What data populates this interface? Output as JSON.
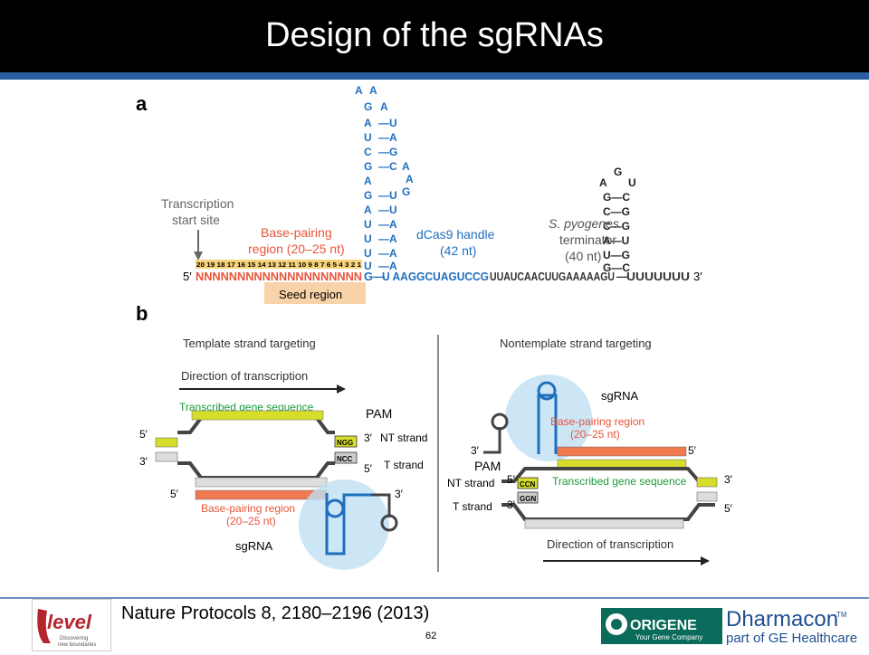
{
  "title": "Design of the sgRNAs",
  "citation": "Nature Protocols 8, 2180–2196 (2013)",
  "page_number": "62",
  "logos": {
    "level": {
      "word": "level",
      "tagline_1": "Discovering",
      "tagline_2": "new boundaries"
    },
    "origene": {
      "word": "ORIGENE",
      "tagline": "Your Gene Company"
    },
    "dharmacon": {
      "word": "Dharmacon",
      "tm": "TM",
      "tagline": "part of GE Healthcare"
    }
  },
  "panel_a": {
    "label": "a",
    "tss_label_1": "Transcription",
    "tss_label_2": "start site",
    "bp_label_1": "Base-pairing",
    "bp_label_2": "region (20–25 nt)",
    "handle_label_1": "dCas9 handle",
    "handle_label_2": "(42 nt)",
    "term_label_1": "S. pyogenes",
    "term_label_2": "terminator",
    "term_label_3": "(40 nt)",
    "numbers": "20 19 18 17 16 15 14 13 12 11 10 9 8 7 6 5 4 3 2 1",
    "five_prime": "5′",
    "three_prime": "3′",
    "seq_n": "NNNNNNNNNNNNNNNNNNNN",
    "seq_g_u": "G",
    "seq_blue": "U AAGGCUAGUCCG",
    "seq_black": "UUAUCAACUUGAAAAAGU",
    "seq_tail": "UUUUUUU",
    "seed_label": "Seed region"
  },
  "panel_b": {
    "label": "b",
    "left_heading": "Template strand targeting",
    "right_heading": "Nontemplate strand targeting",
    "direction": "Direction of transcription",
    "transcribed": "Transcribed gene sequence",
    "pam": "PAM",
    "ngg": "NGG",
    "ncc": "NCC",
    "ccn": "CCN",
    "ggn": "GGN",
    "nt_strand": "NT strand",
    "t_strand": "T strand",
    "bp_region_1": "Base-pairing region",
    "bp_region_2": "(20–25 nt)",
    "sgrna": "sgRNA",
    "five_prime": "5′",
    "three_prime": "3′"
  }
}
